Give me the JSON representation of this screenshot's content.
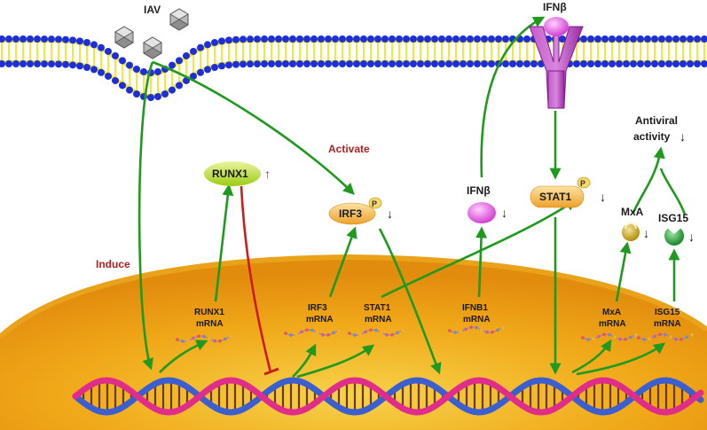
{
  "virus": {
    "label": "IAV"
  },
  "receptor": {
    "ligand_label": "IFNβ"
  },
  "labels": {
    "activate": "Activate",
    "induce": "Induce",
    "runx1_protein": "RUNX1",
    "irf3_protein": "IRF3",
    "stat1_protein": "STAT1",
    "ifnb_protein": "IFNβ",
    "mxa_protein": "MxA",
    "isg15_protein": "ISG15",
    "phospho": "P",
    "antiviral_line1": "Antiviral",
    "antiviral_line2": "activity",
    "mrna_word": "mRNA",
    "runx1_mrna": "RUNX1",
    "irf3_mrna": "IRF3",
    "stat1_mrna": "STAT1",
    "ifnb1_mrna": "IFNB1",
    "mxa_mrna": "MxA",
    "isg15_mrna": "ISG15"
  },
  "arrows": {
    "up": "↑",
    "down": "↓"
  },
  "colors": {
    "membrane_blue": "#1f2fd6",
    "membrane_yellow": "#f2e83a",
    "pathway_green": "#1f9a1f",
    "inhibition_red": "#c81e1e",
    "activate_text": "#b01e1e",
    "nucleus_orange": "#f0a818",
    "runx1_green": "#a8d21c",
    "irf3_orange": "#f3b03a",
    "ifnb_magenta": "#e060e0",
    "receptor_purple": "#a830b0",
    "dna_pink": "#e02d8c",
    "dna_blue": "#3b5fd0"
  }
}
